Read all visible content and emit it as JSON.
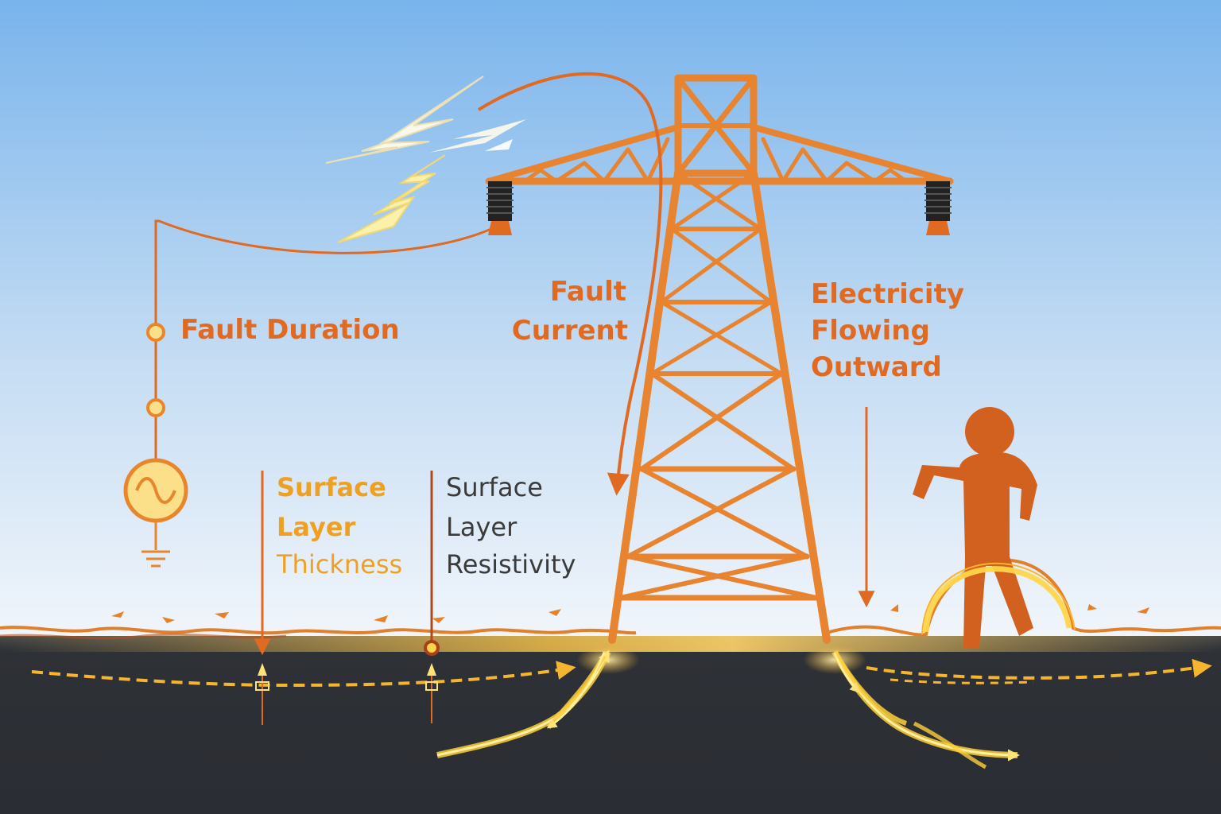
{
  "labels": {
    "fault_duration": "Fault Duration",
    "fault_current": [
      "Fault",
      "Current"
    ],
    "electricity_flowing": [
      "Electricity",
      "Flowing",
      "Outward"
    ],
    "surface_thickness": [
      "Surface",
      "Layer",
      "Thickness"
    ],
    "surface_resistivity": [
      "Surface",
      "Layer",
      "Resistivity"
    ]
  },
  "colors": {
    "sky_top": "#79b4ec",
    "sky_bottom": "#eef4fb",
    "ground": "#2b2e33",
    "tower": "#e8842f",
    "label_orange": "#e06a22",
    "label_amber": "#f0a020",
    "label_dark": "#3b3b3b",
    "current_glow": "#ffd54a",
    "person": "#d2611f"
  },
  "icons": {
    "source": "ac-source-icon",
    "ground": "ground-symbol-icon",
    "lightning": "lightning-bolt-icon",
    "person": "person-icon"
  }
}
